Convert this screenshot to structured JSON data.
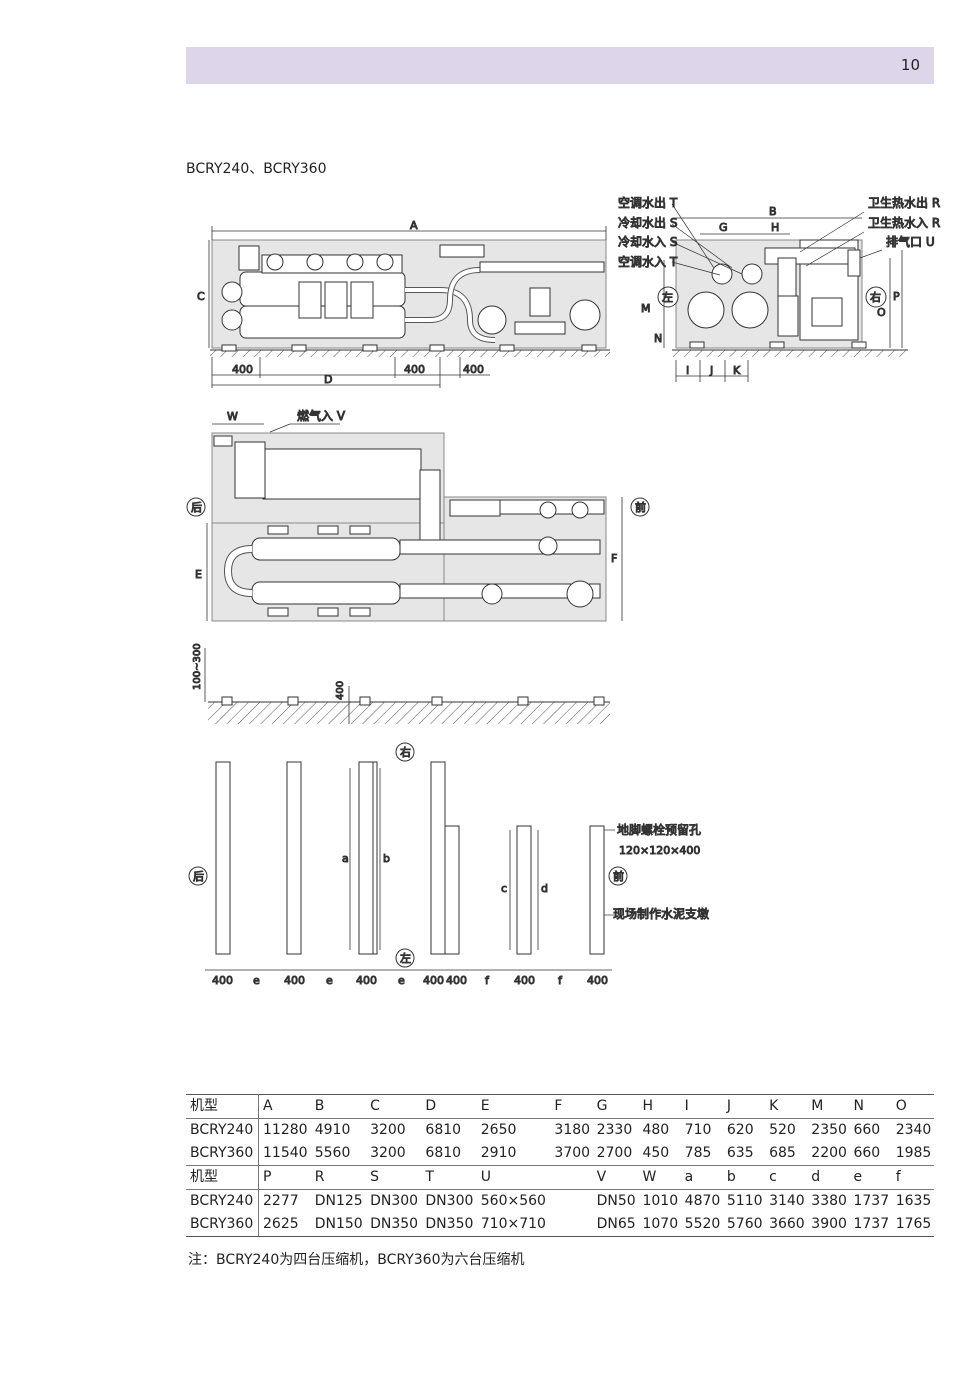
{
  "header": {
    "page_number": "10"
  },
  "title": "BCRY240、BCRY360",
  "labels": {
    "outlet_ac": "空调水出 T",
    "outlet_cool": "冷却水出 S",
    "inlet_cool": "冷却水入 S",
    "inlet_ac": "空调水入 T",
    "outlet_dhw": "卫生热水出 R",
    "inlet_dhw": "卫生热水入 R",
    "vent": "排气口 U",
    "gas_in": "燃气入 V",
    "left": "左",
    "right": "右",
    "rear": "后",
    "front": "前",
    "bolt_hole": "地脚螺栓预留孔",
    "bolt_hole_size": "120×120×400",
    "concrete_pier": "现场制作水泥支墩",
    "height_range": "100~300",
    "pier_depth": "400"
  },
  "dims": {
    "A": "A",
    "B": "B",
    "C": "C",
    "D": "D",
    "E": "E",
    "F": "F",
    "G": "G",
    "H": "H",
    "I": "I",
    "J": "J",
    "K": "K",
    "M": "M",
    "N": "N",
    "O": "O",
    "P": "P",
    "W": "W",
    "a": "a",
    "b": "b",
    "c": "c",
    "d": "d",
    "e": "e",
    "f": "f",
    "v400": "400"
  },
  "table": {
    "rows": [
      [
        "机型",
        "A",
        "B",
        "C",
        "D",
        "E",
        "F",
        "G",
        "H",
        "I",
        "J",
        "K",
        "M",
        "N",
        "O"
      ],
      [
        "BCRY240",
        "11280",
        "4910",
        "3200",
        "6810",
        "2650",
        "3180",
        "2330",
        "480",
        "710",
        "620",
        "520",
        "2350",
        "660",
        "2340"
      ],
      [
        "BCRY360",
        "11540",
        "5560",
        "3200",
        "6810",
        "2910",
        "3700",
        "2700",
        "450",
        "785",
        "635",
        "685",
        "2200",
        "660",
        "1985"
      ],
      [
        "机型",
        "P",
        "R",
        "S",
        "T",
        "U",
        "",
        "V",
        "W",
        "a",
        "b",
        "c",
        "d",
        "e",
        "f"
      ],
      [
        "BCRY240",
        "2277",
        "DN125",
        "DN300",
        "DN300",
        "560×560",
        "",
        "DN50",
        "1010",
        "4870",
        "5110",
        "3140",
        "3380",
        "1737",
        "1635"
      ],
      [
        "BCRY360",
        "2625",
        "DN150",
        "DN350",
        "DN350",
        "710×710",
        "",
        "DN65",
        "1070",
        "5520",
        "5760",
        "3660",
        "3900",
        "1737",
        "1765"
      ]
    ]
  },
  "note": "注：BCRY240为四台压缩机，BCRY360为六台压缩机"
}
